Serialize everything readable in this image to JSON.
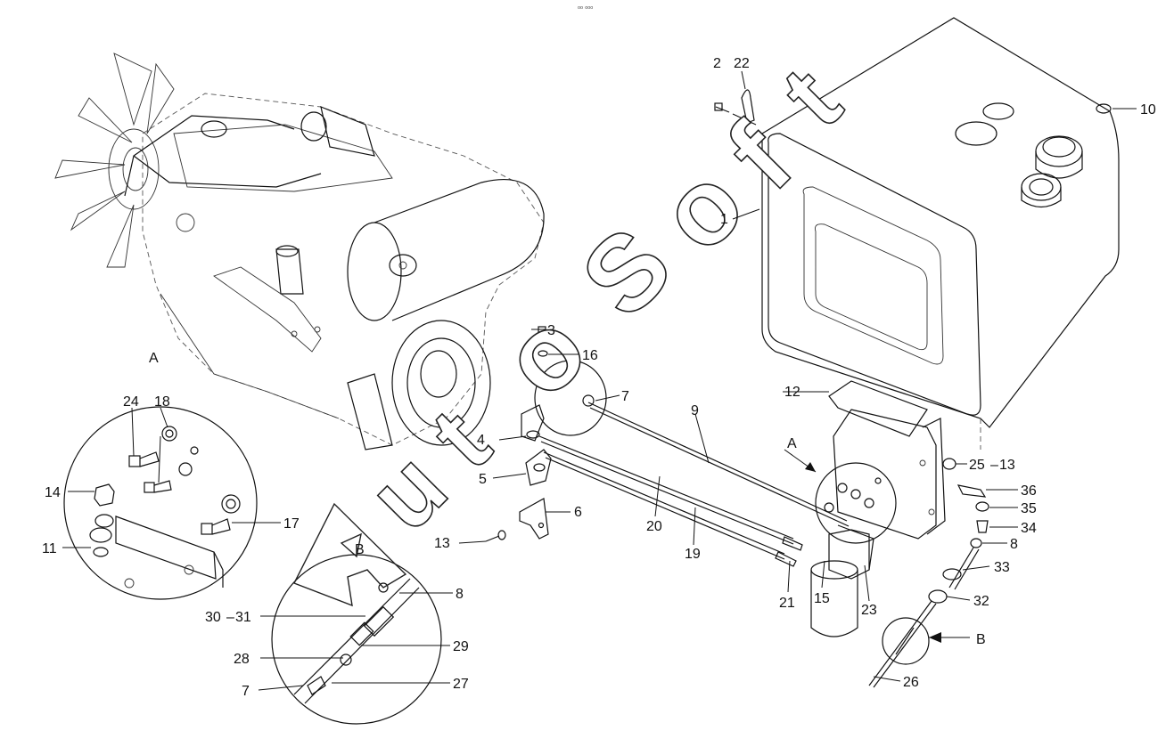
{
  "header_mark": "ᵒᵒ ᵒᵒᵒ",
  "views": {
    "a": "A",
    "b": "B"
  },
  "callouts": {
    "c1": "1",
    "c2": "2",
    "c22": "22",
    "c10": "10",
    "c3": "3",
    "c16": "16",
    "c7a": "7",
    "c9": "9",
    "c12": "12",
    "c4": "4",
    "c5": "5",
    "c6": "6",
    "c20": "20",
    "c19": "19",
    "c13a": "13",
    "c21": "21",
    "c15": "15",
    "c23": "23",
    "c25": "25",
    "c13b": "13",
    "c36": "36",
    "c35": "35",
    "c34": "34",
    "c8a": "8",
    "c33": "33",
    "c32": "32",
    "c26": "26",
    "c24": "24",
    "c18": "18",
    "c14": "14",
    "c11": "11",
    "c17": "17",
    "c8b": "8",
    "c30": "30",
    "c31": "31",
    "c29": "29",
    "c28": "28",
    "c7b": "7",
    "c27": "27"
  },
  "watermark": {
    "text_a": "A",
    "text_b": "u",
    "text_c": "t",
    "text_d": "o",
    "text_e": "S",
    "text_f": "o",
    "text_g": "f",
    "text_h": "t"
  }
}
